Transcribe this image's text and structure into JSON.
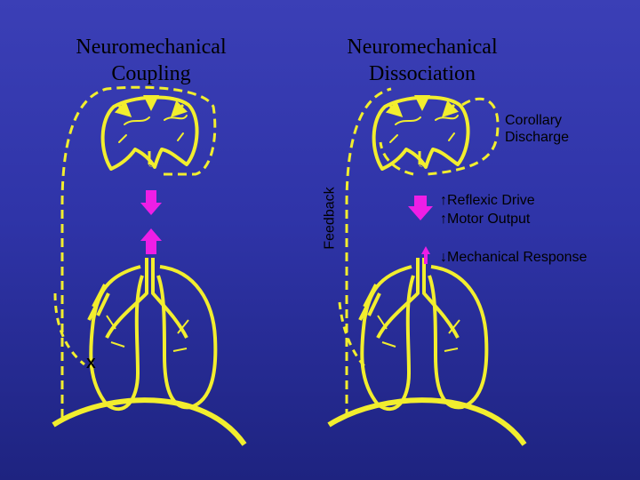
{
  "colors": {
    "background": "#2f34a8",
    "outline": "#f2ee2e",
    "arrow": "#ee1ee6",
    "text": "#000000"
  },
  "titles": {
    "left": [
      "Neuromechanical",
      "Coupling"
    ],
    "right": [
      "Neuromechanical",
      "Dissociation"
    ]
  },
  "labels": {
    "corollary": [
      "Corollary",
      "Discharge"
    ],
    "feedback": "Feedback",
    "reflexic": "↑Reflexic Drive",
    "motor": "↑Motor Output",
    "mechanical": "↓Mechanical Response",
    "x_mark": "X"
  }
}
